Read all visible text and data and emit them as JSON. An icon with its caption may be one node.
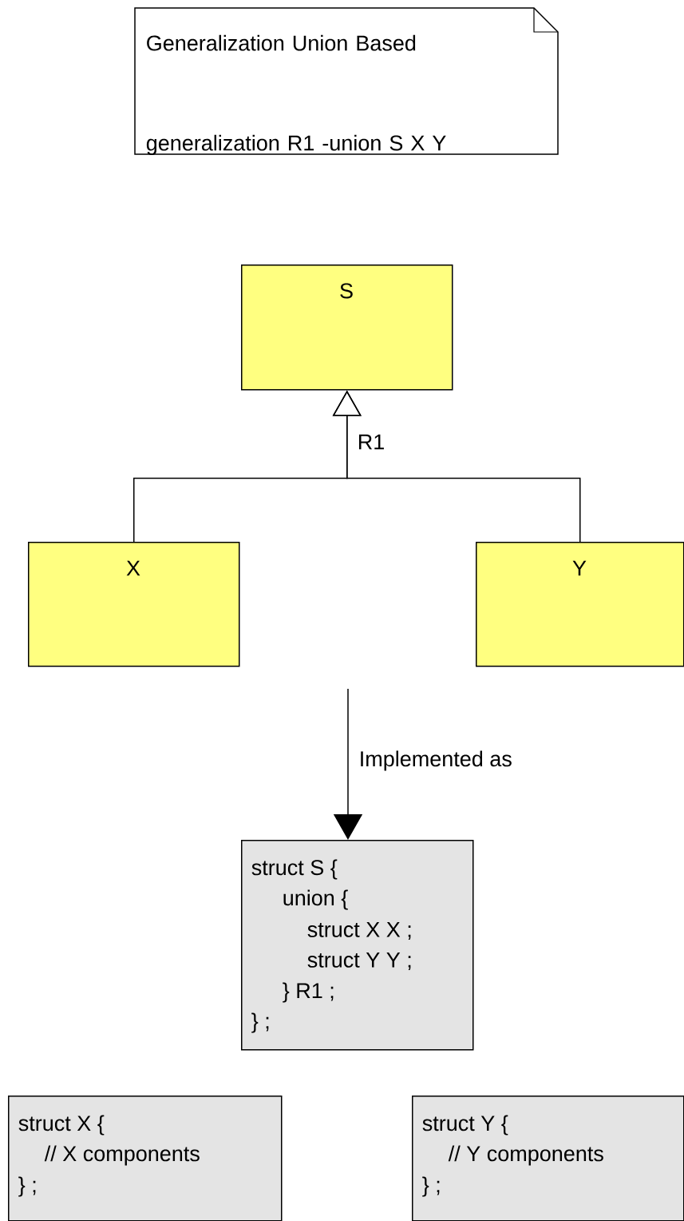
{
  "diagram": {
    "nodes": [
      {
        "text": [
          "Generalization Union Based",
          "generalization R1 -union S X Y"
        ]
      },
      {
        "text": [
          "S"
        ]
      },
      {
        "text": [
          "X"
        ]
      },
      {
        "text": [
          "Y"
        ]
      },
      {
        "text": [
          "struct S {",
          "union {",
          "struct X X ;",
          "struct Y Y ;",
          "} R1 ;",
          "} ;"
        ]
      },
      {
        "text": [
          "struct X {",
          "// X components",
          "} ;"
        ]
      },
      {
        "text": [
          "struct Y {",
          "// Y components",
          "} ;"
        ]
      }
    ],
    "edges": [
      {
        "from": 2,
        "to": 1,
        "arrow": "to",
        "label": "R1"
      },
      {
        "from": 3,
        "to": 1,
        "arrow": "to"
      },
      {
        "from": null,
        "to": 4,
        "arrow": "to",
        "label": "Implemented as"
      }
    ]
  }
}
